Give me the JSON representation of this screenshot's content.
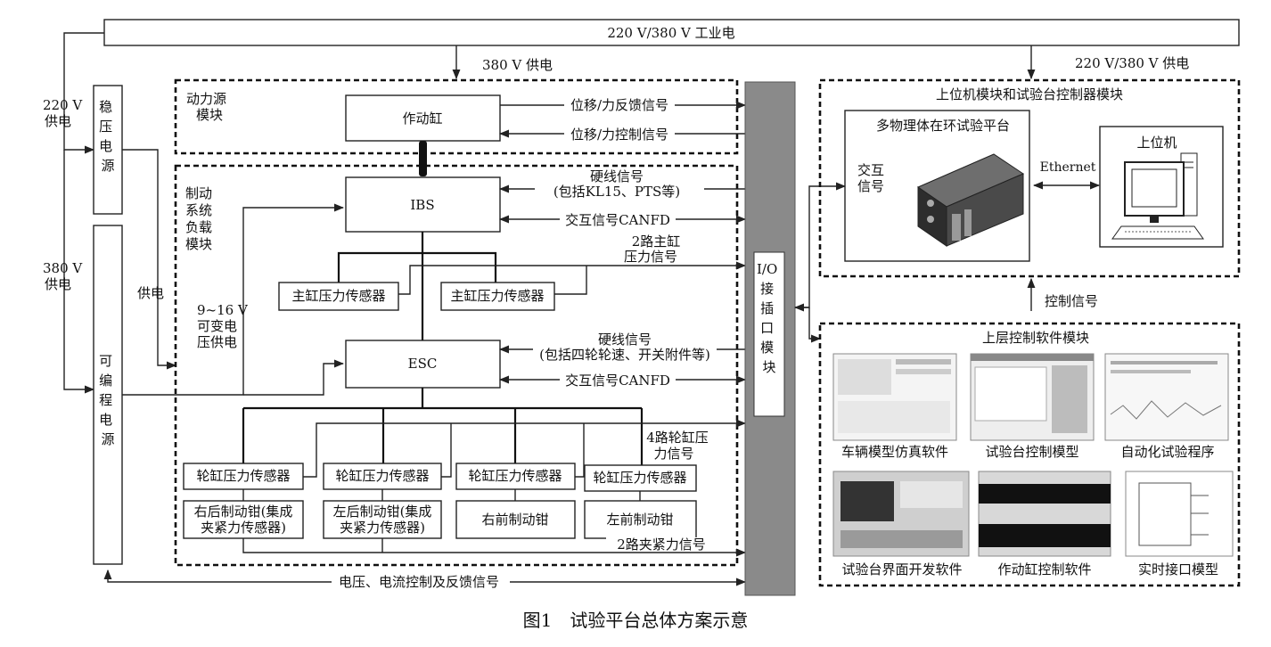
{
  "power": {
    "industrial": "220 V/380 V 工业电",
    "supply380": "380 V 供电",
    "supply220_380": "220 V/380 V 供电",
    "left220": [
      "220 V",
      "供电"
    ],
    "left380": [
      "380 V",
      "供电"
    ],
    "gongdian": "供电",
    "variable": [
      "9~16 V",
      "可变电",
      "压供电"
    ]
  },
  "modules": {
    "regulated": [
      "稳",
      "压",
      "电",
      "源"
    ],
    "programmable": [
      "可",
      "编",
      "程",
      "电",
      "源"
    ],
    "power_source": [
      "动力源",
      "模块"
    ],
    "brake_load": [
      "制动",
      "系统",
      "负载",
      "模块"
    ],
    "io": [
      "I/O",
      "接",
      "插",
      "口",
      "模",
      "块"
    ],
    "host_title": "上位机模块和试验台控制器模块",
    "mpil": "多物理体在环试验平台",
    "upper_sw": "上层控制软件模块"
  },
  "components": {
    "actuator": "作动缸",
    "ibs": "IBS",
    "esc": "ESC",
    "master_sensor": "主缸压力传感器",
    "wheel_sensor": "轮缸压力传感器",
    "caliper_rl": [
      "右后制动钳(集成",
      "夹紧力传感器)"
    ],
    "caliper_ll": [
      "左后制动钳(集成",
      "夹紧力传感器)"
    ],
    "caliper_rf": "右前制动钳",
    "caliper_lf": "左前制动钳",
    "host_pc": "上位机"
  },
  "signals": {
    "disp_feedback": "位移/力反馈信号",
    "disp_control": "位移/力控制信号",
    "hardwire1": [
      "硬线信号",
      "(包括KL15、PTS等)"
    ],
    "canfd": "交互信号CANFD",
    "master_pressure": [
      "2路主缸",
      "压力信号"
    ],
    "hardwire2": [
      "硬线信号",
      "(包括四轮轮速、开关附件等)"
    ],
    "wheel_pressure": [
      "4路轮缸压",
      "力信号"
    ],
    "clamp": "2路夹紧力信号",
    "vi_control": "电压、电流控制及反馈信号",
    "interactive": [
      "交互",
      "信号"
    ],
    "ethernet": "Ethernet",
    "control": "控制信号"
  },
  "software": [
    "车辆模型仿真软件",
    "试验台控制模型",
    "自动化试验程序",
    "试验台界面开发软件",
    "作动缸控制软件",
    "实时接口模型"
  ],
  "caption": "图1　试验平台总体方案示意"
}
